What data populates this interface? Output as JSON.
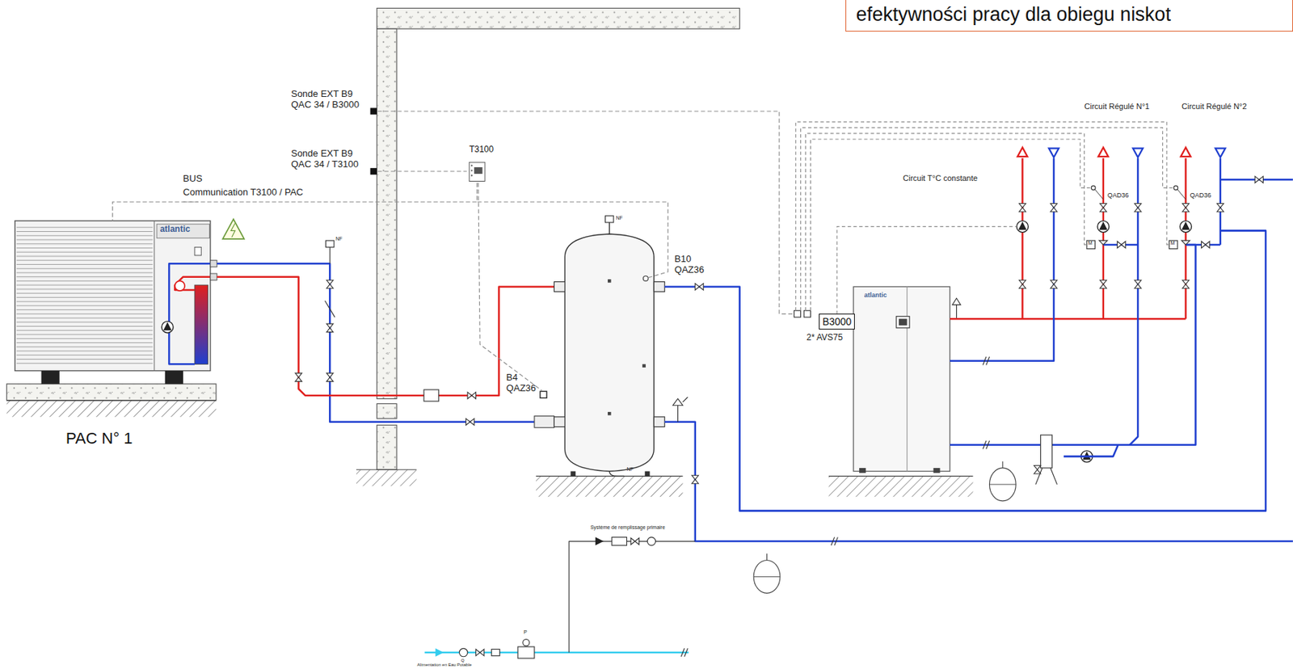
{
  "diagram": {
    "nodes": [
      {
        "text": [
          "efektywności pracy dla obiegu niskot"
        ]
      },
      {
        "text": [
          "atlantic",
          "PAC N° 1"
        ]
      },
      {
        "text": [
          "T3100"
        ]
      },
      {
        "text": [
          "B3000"
        ]
      },
      {
        "text": [
          "atlantic"
        ]
      }
    ],
    "edges": [
      {
        "from": 2,
        "to": 1,
        "arrow": "none"
      }
    ],
    "labels": [
      "Sonde EXT B9 QAC 34 / B3000",
      "Sonde EXT B9 QAC 34 / T3100",
      "BUS",
      "Communication T3100 / PAC",
      "NF",
      "B10 QAZ36",
      "NF",
      "B4 QAZ36",
      "NF",
      "Circuit Régulé N°1",
      "Circuit Régulé N°2",
      "Circuit T°C constante",
      "QAD36",
      "QAD36",
      "2* AVS75",
      "Système de remplissage primaire",
      "P",
      "Q",
      "Alimentation en Eau Potable",
      "M",
      "M"
    ]
  }
}
